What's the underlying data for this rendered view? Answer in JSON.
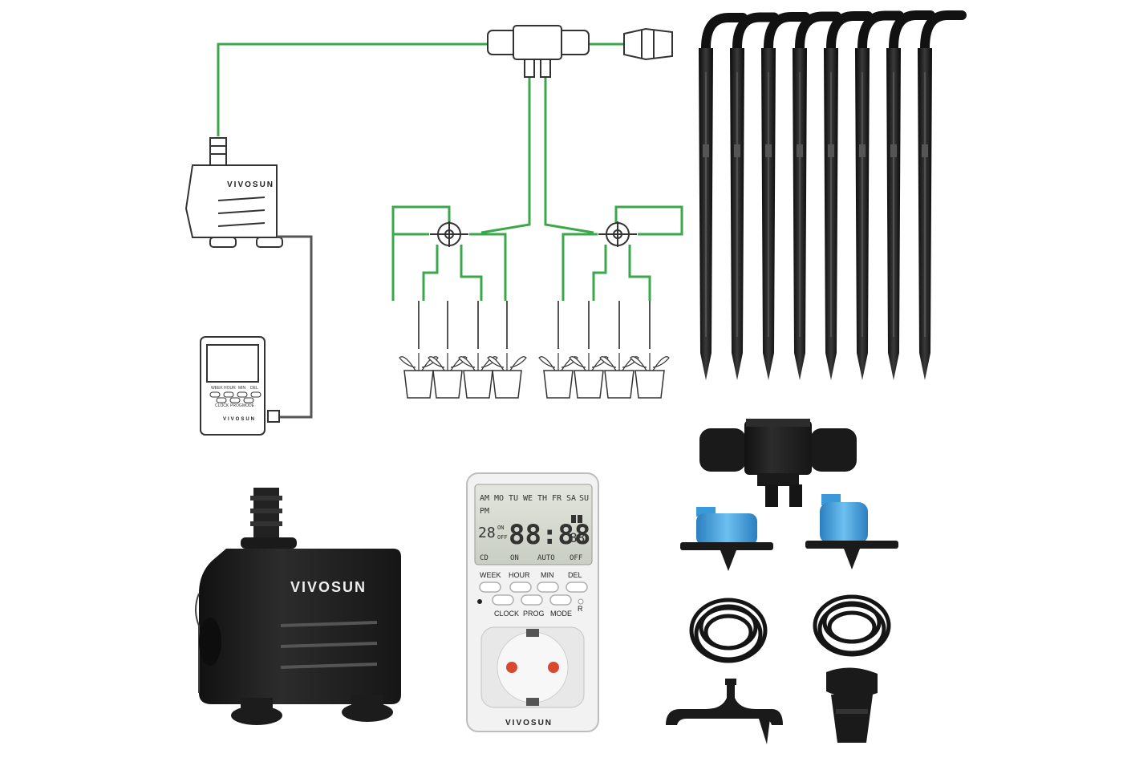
{
  "brand": {
    "name": "VIVOSUN",
    "colors": {
      "tube": "#3aa84a",
      "pump_body": "#1d1d1d",
      "emitter_blue": "#3a9ad9",
      "timer_body": "#f2f2f2"
    }
  },
  "diagram": {
    "pump_brand": "VIVOSUN",
    "timer_brand": "VIVOSUN",
    "timer_buttons_top": [
      "WEEK",
      "HOUR",
      "MIN",
      "DEL"
    ],
    "timer_buttons_bottom": [
      "CLOCK",
      "PROG",
      "MODE"
    ]
  },
  "timer": {
    "days": [
      "AM",
      "MO",
      "TU",
      "WE",
      "TH",
      "FR",
      "SA",
      "SU"
    ],
    "pm": "PM",
    "day_num": "28",
    "on_label": "ON",
    "off_label": "OFF",
    "time_digits": "88:88",
    "sec_digits": "88",
    "bottom_row": [
      "CD",
      "ON",
      "AUTO",
      "OFF"
    ],
    "buttons_top": [
      "WEEK",
      "HOUR",
      "MIN",
      "DEL"
    ],
    "buttons_bottom": [
      "CLOCK",
      "PROG",
      "MODE"
    ],
    "reset": "R",
    "brand": "VIVOSUN"
  },
  "pump": {
    "brand": "VIVOSUN"
  },
  "counts": {
    "stakes": 8,
    "diagram_pots": 8
  }
}
